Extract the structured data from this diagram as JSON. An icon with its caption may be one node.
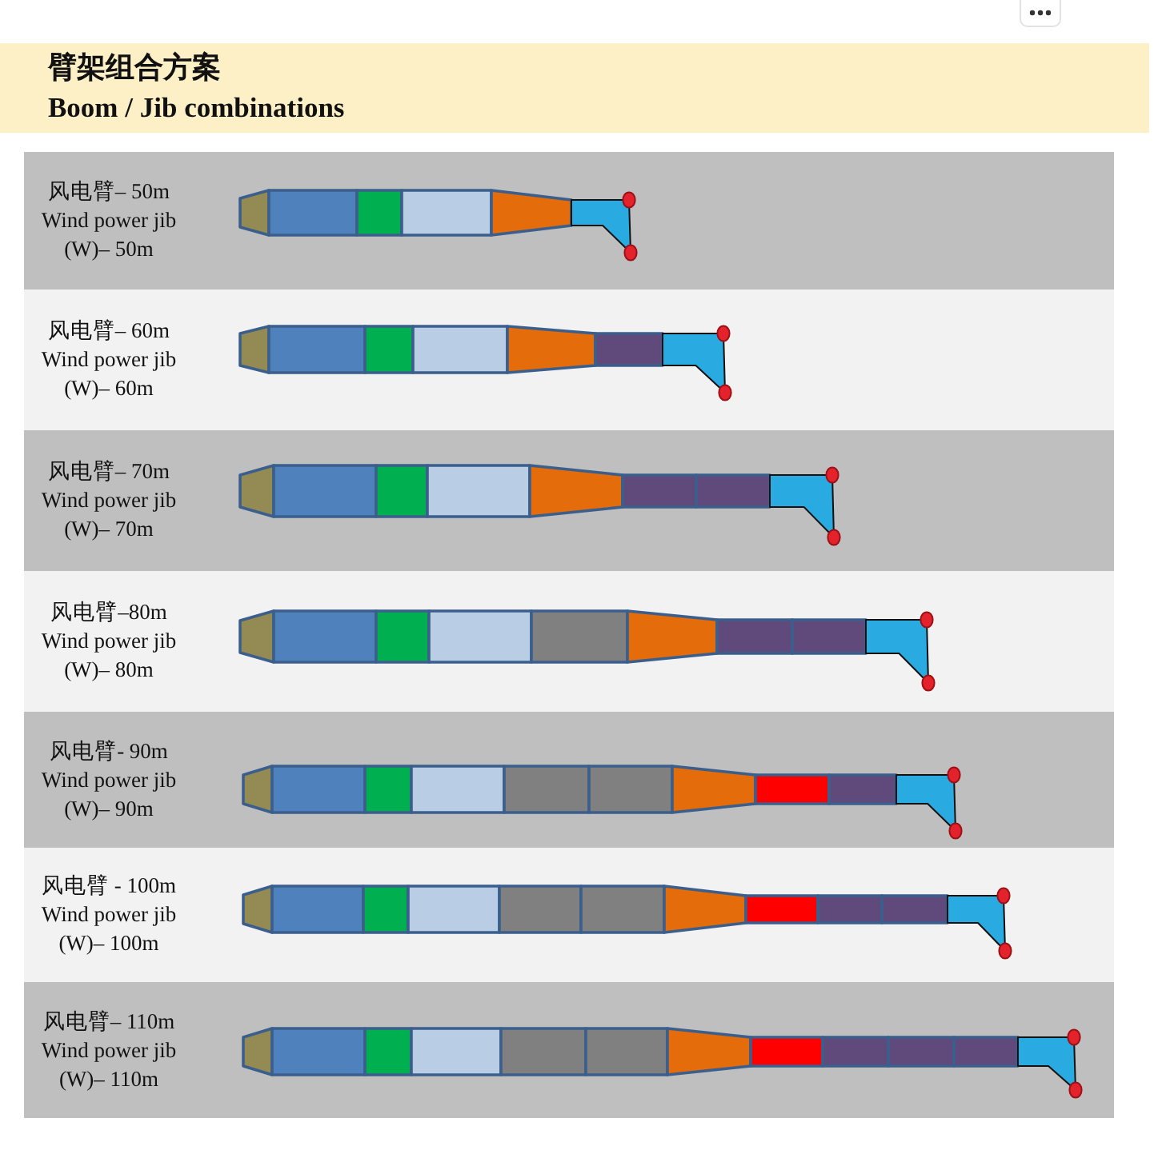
{
  "diagram": {
    "title": "臂架组合方案",
    "nodes": [
      {
        "text": [
          "风电臂– 50m",
          "Wind power jib (W)– 50m"
        ]
      },
      {
        "text": [
          "风电臂– 60m",
          "Wind power jib (W)– 60m"
        ]
      },
      {
        "text": [
          "风电臂– 70m",
          "Wind power jib (W)– 70m"
        ]
      },
      {
        "text": [
          "风电臂–80m",
          "Wind power jib (W)– 80m"
        ]
      },
      {
        "text": [
          "风电臂- 90m",
          "Wind power jib (W)– 90m"
        ]
      },
      {
        "text": [
          "风电臂 - 100m",
          "Wind power jib (W)– 100m"
        ]
      },
      {
        "text": [
          "风电臂– 110m",
          "Wind power jib (W)– 110m"
        ]
      }
    ],
    "labels": [
      "Boom / Jib combinations"
    ]
  }
}
